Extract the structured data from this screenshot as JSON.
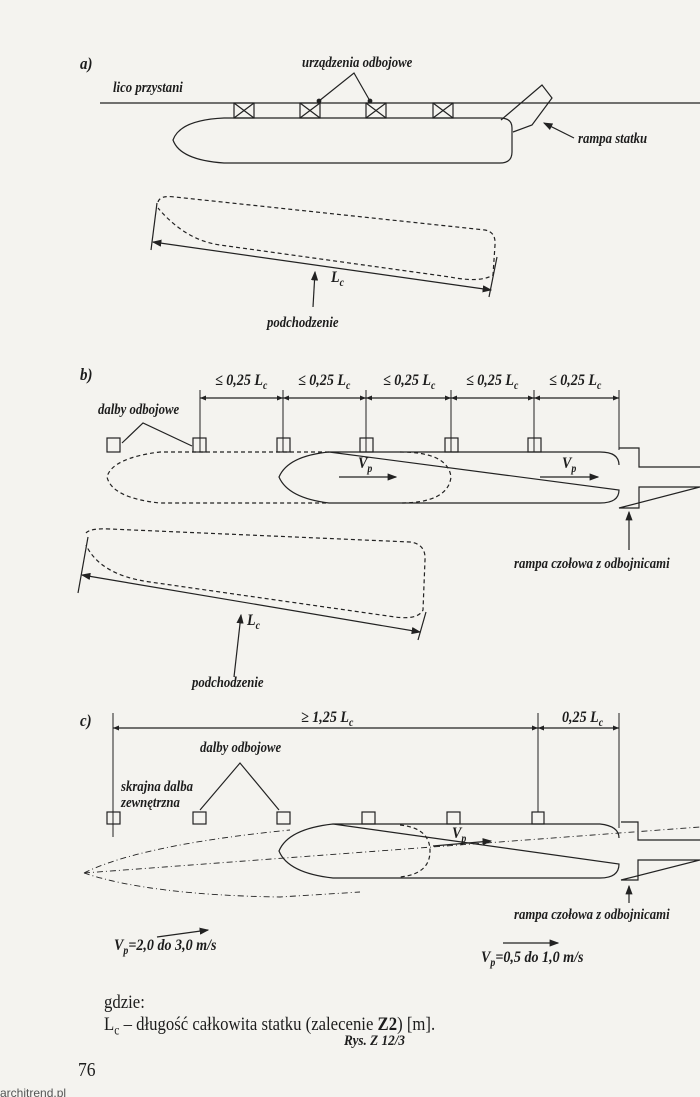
{
  "figure": {
    "a": {
      "panel_label": "a)",
      "fenders_label": "urządzenia odbojowe",
      "quay_label": "lico przystani",
      "ramp_label": "rampa statku",
      "length_symbol": "L",
      "length_sub": "c",
      "approach_label": "podchodzenie"
    },
    "b": {
      "panel_label": "b)",
      "spacing_labels": [
        "≤ 0,25 L",
        "≤ 0,25 L",
        "≤ 0,25 L",
        "≤ 0,25 L",
        "≤ 0,25 L"
      ],
      "spacing_sub": "c",
      "dolphins_label": "dalby odbojowe",
      "velocity_symbol": "V",
      "velocity_sub": "p",
      "ramp_label": "rampa czołowa z odbojnicami",
      "length_symbol": "L",
      "length_sub": "c",
      "approach_label": "podchodzenie"
    },
    "c": {
      "panel_label": "c)",
      "span_label": "≥ 1,25 L",
      "end_label": "0,25 L",
      "dim_sub": "c",
      "dolphins_label": "dalby odbojowe",
      "outer_dolphin_line1": "skrajna dalba",
      "outer_dolphin_line2": "zewnętrzna",
      "velocity_symbol": "V",
      "velocity_sub": "p",
      "ramp_label": "rampa czołowa z odbojnicami",
      "speed_outer": "=2,0 do 3,0 m/s",
      "speed_ramp": "=0,5 do 1,0 m/s"
    }
  },
  "legend": {
    "where": "gdzie:",
    "symbol": "L",
    "symbol_sub": "c",
    "definition_pre": " – długość całkowita statku (zalecenie ",
    "definition_bold": "Z2",
    "definition_post": ") [m]."
  },
  "caption": "Rys. Z 12/3",
  "page_number": "76",
  "watermark": "architrend.pl"
}
